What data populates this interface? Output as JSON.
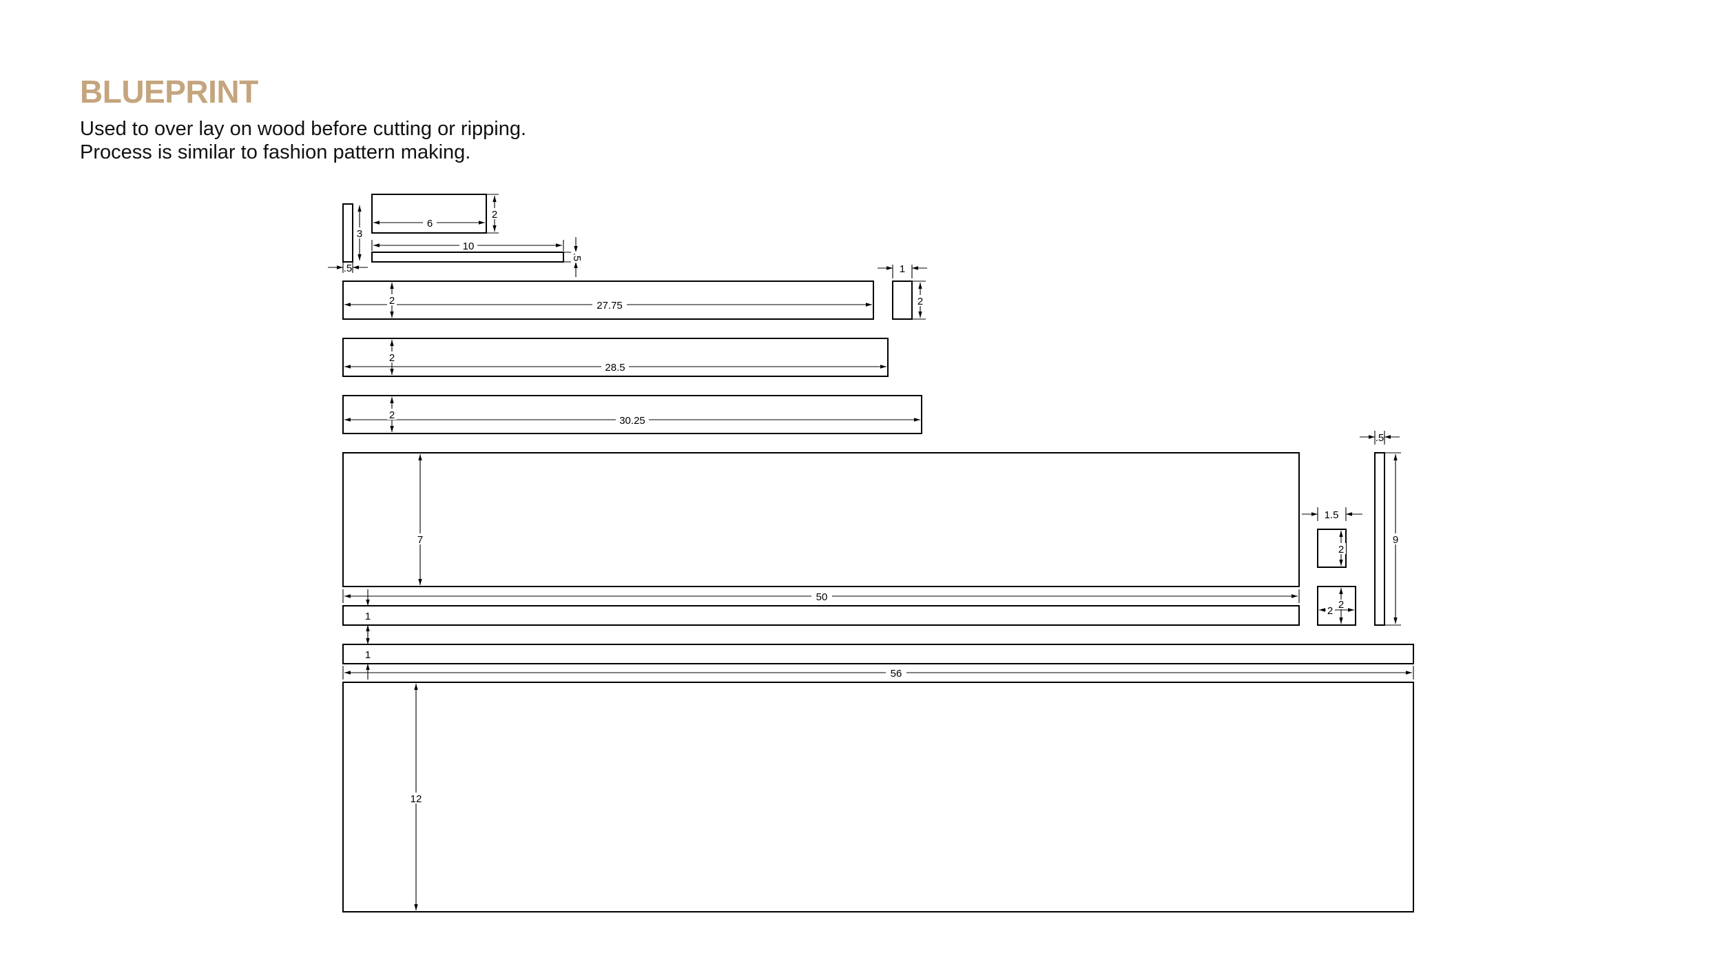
{
  "header": {
    "title": "BLUEPRINT",
    "description_lines": [
      "Used to over lay on wood before cutting or ripping.",
      "Process is similar to fashion pattern making."
    ],
    "title_color": "#c4a57e"
  },
  "dimensions": {
    "top_piece_width": "6",
    "top_piece_height": "2",
    "thin_strip_length": "10",
    "thin_strip_thickness": ".5",
    "small_post_height": "3",
    "small_post_width": ".5",
    "board_a_height": "2",
    "board_a_length": "27.75",
    "block_a_width": "1",
    "block_a_height": "2",
    "board_b_height": "2",
    "board_b_length": "28.5",
    "board_c_height": "2",
    "board_c_length": "30.25",
    "panel_height": "7",
    "panel_length": "50",
    "rail_a_height": "1",
    "rail_b_height": "1",
    "rail_b_length": "56",
    "base_height": "12",
    "block_b_width": "1.5",
    "block_b_height": "2",
    "block_c_height": "2",
    "block_c_width": "2",
    "tall_post_width": ".5",
    "tall_post_height": "9"
  }
}
